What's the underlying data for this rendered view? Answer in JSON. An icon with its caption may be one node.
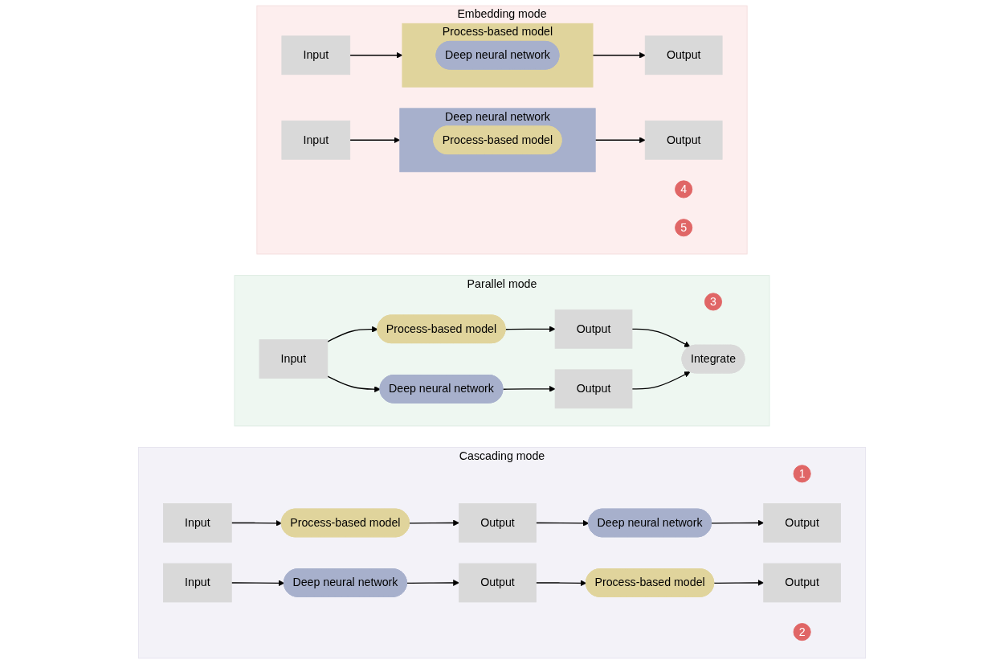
{
  "diagram": {
    "nodes": [
      {
        "text": [
          "Cascading mode"
        ]
      },
      {
        "text": [
          "1"
        ],
        "in": 0
      },
      {
        "text": [
          "Input"
        ],
        "in": 0
      },
      {
        "text": [
          "Process-based model"
        ],
        "in": 0
      },
      {
        "text": [
          "Output"
        ],
        "in": 0
      },
      {
        "text": [
          "Deep neural network"
        ],
        "in": 0
      },
      {
        "text": [
          "Output"
        ],
        "in": 0
      },
      {
        "text": [
          "2"
        ],
        "in": 0
      },
      {
        "text": [
          "Input"
        ],
        "in": 0
      },
      {
        "text": [
          "Deep neural network"
        ],
        "in": 0
      },
      {
        "text": [
          "Output"
        ],
        "in": 0
      },
      {
        "text": [
          "Process-based model"
        ],
        "in": 0
      },
      {
        "text": [
          "Output"
        ],
        "in": 0
      },
      {
        "text": [
          "Parallel mode"
        ]
      },
      {
        "text": [
          "3"
        ],
        "in": 13
      },
      {
        "text": [
          "Process-based model"
        ],
        "in": 13
      },
      {
        "text": [
          "Output"
        ],
        "in": 13
      },
      {
        "text": [
          "Input"
        ],
        "in": 13
      },
      {
        "text": [
          "Integrate"
        ],
        "in": 13
      },
      {
        "text": [
          "Deep neural network"
        ],
        "in": 13
      },
      {
        "text": [
          "Output"
        ],
        "in": 13
      },
      {
        "text": [
          "Embedding mode"
        ]
      },
      {
        "text": [
          "4"
        ],
        "in": 21
      },
      {
        "text": [
          "Input"
        ],
        "in": 21
      },
      {
        "text": [
          "Process-based model"
        ],
        "in": 21
      },
      {
        "text": [
          "Deep neural network"
        ],
        "in": 24
      },
      {
        "text": [
          "Output"
        ],
        "in": 21
      },
      {
        "text": [
          "5"
        ],
        "in": 21
      },
      {
        "text": [
          "Input"
        ],
        "in": 21
      },
      {
        "text": [
          "Deep neural network"
        ],
        "in": 21
      },
      {
        "text": [
          "Process-based model"
        ],
        "in": 29
      },
      {
        "text": [
          "Output"
        ],
        "in": 21
      }
    ],
    "edges": [
      {
        "from": 2,
        "to": 3,
        "arrow": "to"
      },
      {
        "from": 3,
        "to": 4,
        "arrow": "to"
      },
      {
        "from": 4,
        "to": 5,
        "arrow": "to"
      },
      {
        "from": 5,
        "to": 6,
        "arrow": "to"
      },
      {
        "from": 8,
        "to": 9,
        "arrow": "to"
      },
      {
        "from": 9,
        "to": 10,
        "arrow": "to"
      },
      {
        "from": 10,
        "to": 11,
        "arrow": "to"
      },
      {
        "from": 11,
        "to": 12,
        "arrow": "to"
      },
      {
        "from": 17,
        "to": 15,
        "arrow": "to"
      },
      {
        "from": 17,
        "to": 19,
        "arrow": "to"
      },
      {
        "from": 15,
        "to": 16,
        "arrow": "to"
      },
      {
        "from": 19,
        "to": 20,
        "arrow": "to"
      },
      {
        "from": 16,
        "to": 18,
        "arrow": "to"
      },
      {
        "from": 20,
        "to": 18,
        "arrow": "to"
      },
      {
        "from": 23,
        "to": 24,
        "arrow": "to"
      },
      {
        "from": 24,
        "to": 26,
        "arrow": "to"
      },
      {
        "from": 28,
        "to": 29,
        "arrow": "to"
      },
      {
        "from": 29,
        "to": 31,
        "arrow": "to"
      }
    ]
  }
}
